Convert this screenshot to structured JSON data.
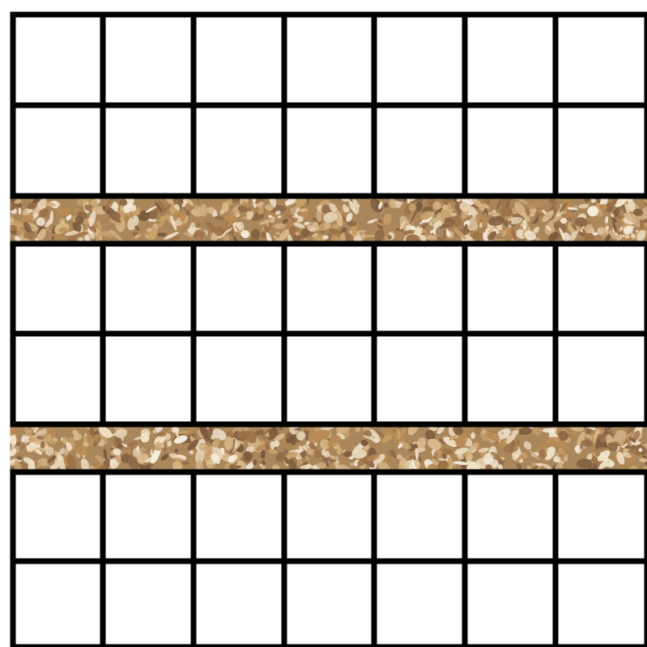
{
  "diagram": {
    "grid_blocks": [
      {
        "rows": 2,
        "columns": 7
      },
      {
        "rows": 2,
        "columns": 7
      },
      {
        "rows": 2,
        "columns": 7
      }
    ],
    "gravel_strips": 2,
    "colors": {
      "line": "#000000",
      "cell": "#ffffff",
      "gravel_base": "#a9875a",
      "stone_palette": [
        "#efe1c6",
        "#d9b98b",
        "#c8a06a",
        "#b98a55",
        "#9d7247",
        "#e6d3b5",
        "#7a5a3c",
        "#cfae80",
        "#f6ecdc",
        "#8d6845"
      ]
    }
  }
}
